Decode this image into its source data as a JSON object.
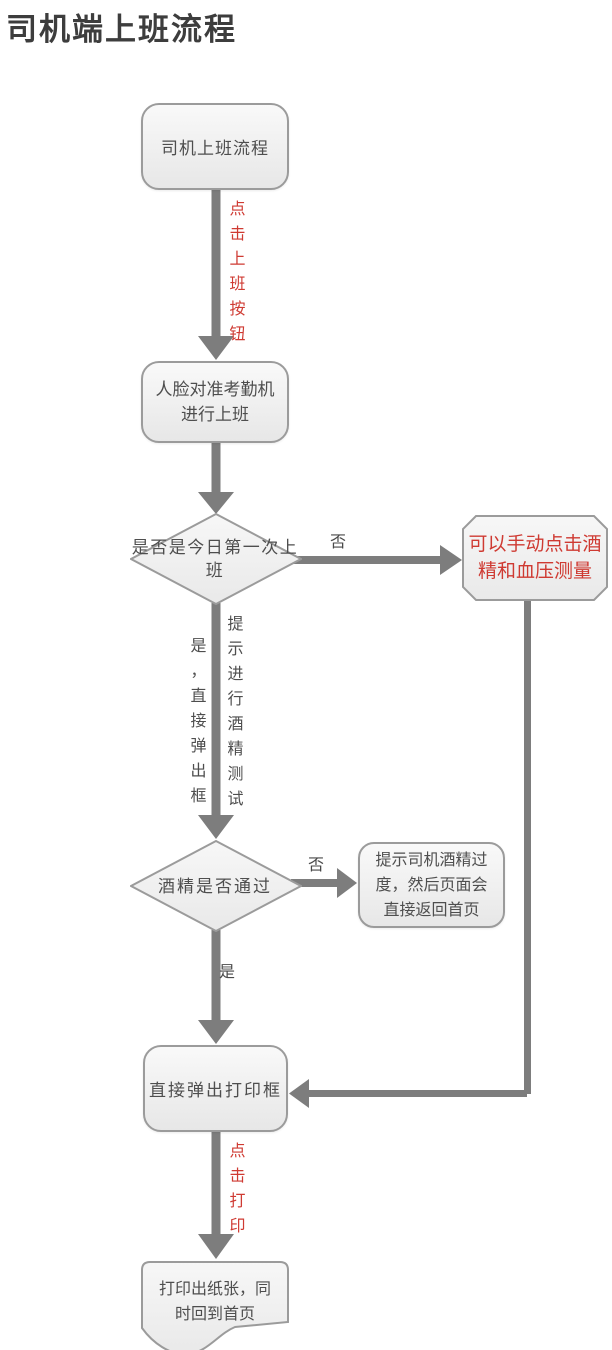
{
  "title": "司机端上班流程",
  "colors": {
    "accent_red": "#cf3a32",
    "arrow_gray": "#7d7d7d",
    "shape_border": "#9b9b9b",
    "shape_fill_top": "#f9f9f9",
    "shape_fill_bottom": "#e7e7e7",
    "text": "#4e4e4e"
  },
  "nodes": {
    "start": "司机上班流程",
    "face_checkin": "人脸对准考勤机进行上班",
    "first_time_decision": "是否是今日第一次上班",
    "manual_measure": "可以手动点击酒精和血压测量",
    "alcohol_decision": "酒精是否通过",
    "alcohol_fail": "提示司机酒精过度，然后页面会直接返回首页",
    "print_dialog": "直接弹出打印框",
    "print_paper": "打印出纸张，同时回到首页"
  },
  "edges": {
    "click_checkin": "点击上班按钮",
    "first_time_no": "否",
    "first_time_yes": "是，直接弹出框",
    "alcohol_prompt": "提示进行酒精测试",
    "alcohol_no": "否",
    "alcohol_yes": "是",
    "click_print": "点击打印"
  }
}
